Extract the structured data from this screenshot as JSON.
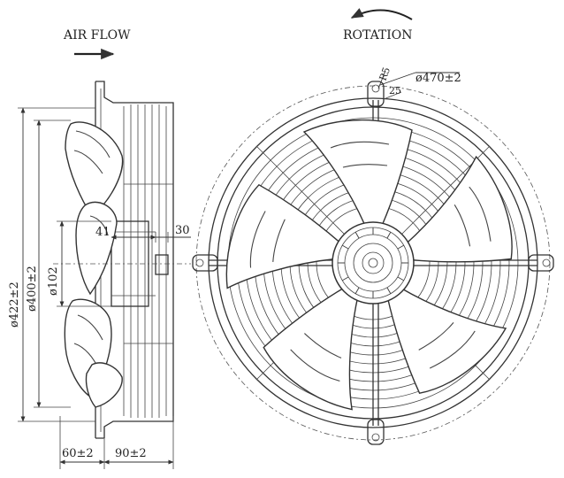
{
  "labels": {
    "air_flow": "AIR FLOW",
    "rotation": "ROTATION"
  },
  "dimensions": {
    "d422": "ø422±2",
    "d400": "ø400±2",
    "d102": "ø102",
    "d470": "ø470±2",
    "r5": "R5",
    "v25": "25",
    "v41": "41",
    "v30": "30",
    "w60": "60±2",
    "w90": "90±2"
  },
  "front_view": {
    "blade_count": 5
  }
}
